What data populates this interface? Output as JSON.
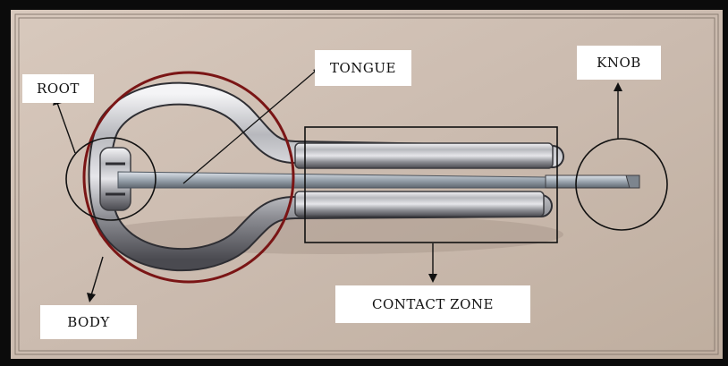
{
  "labels": {
    "root": "ROOT",
    "tongue": "TONGUE",
    "knob": "KNOB",
    "body": "BODY",
    "contact_zone": "CONTACT ZONE"
  },
  "colors": {
    "frame": "#0b0b0b",
    "background": "#cdbdb1",
    "inner_border": "#8a7c72",
    "body_circle": "#7a1515",
    "metal_light": "#e9e9ec",
    "metal_dark": "#3c3c40",
    "annotation": "#111111"
  }
}
